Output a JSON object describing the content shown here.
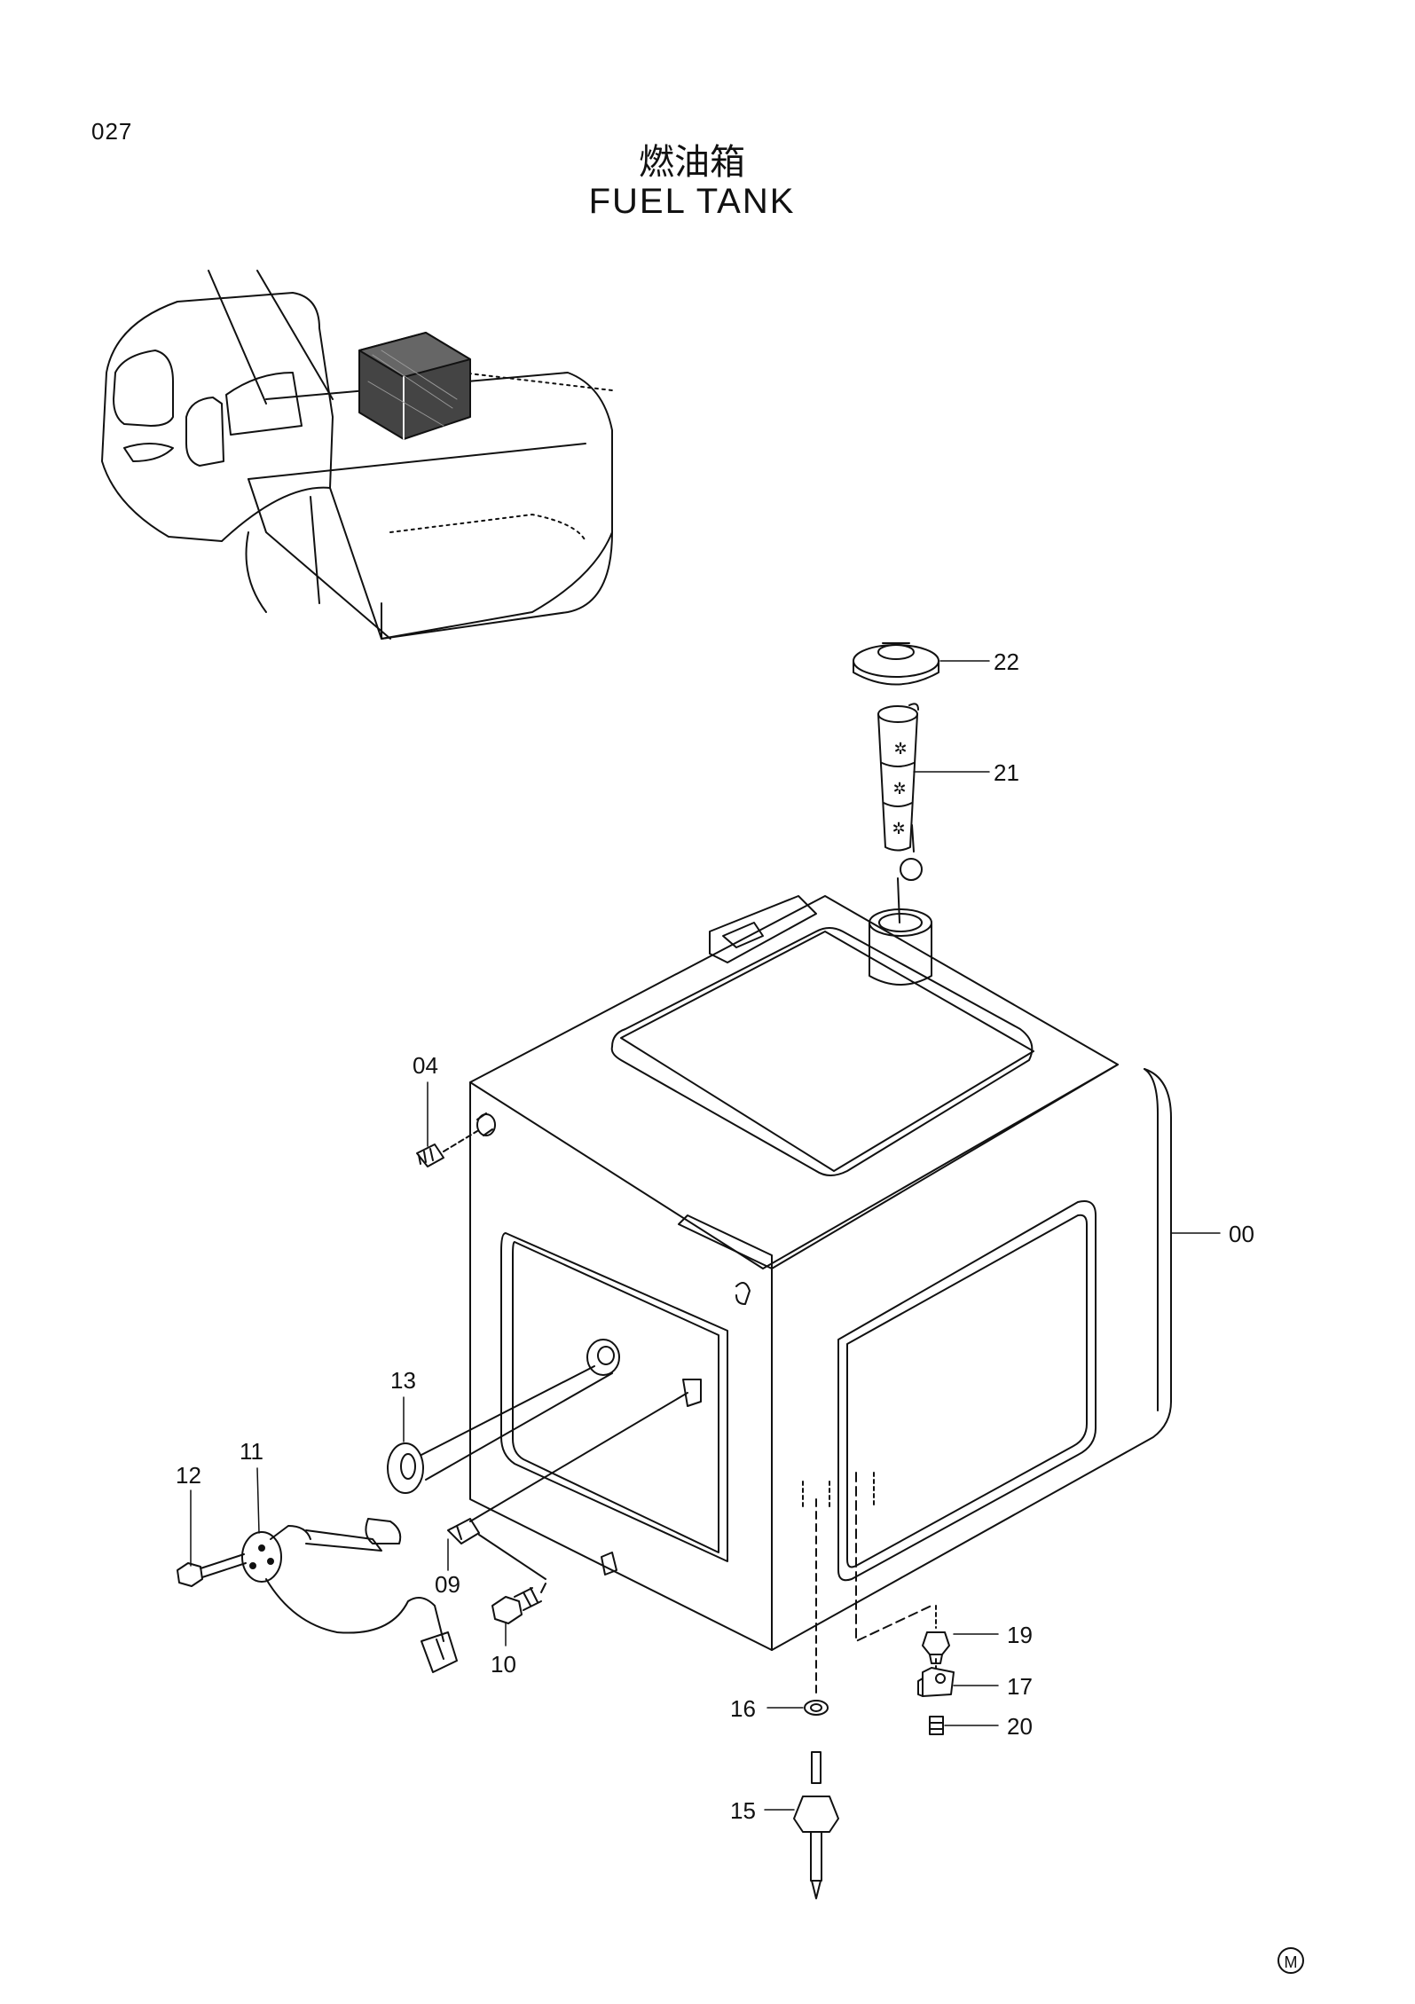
{
  "header": {
    "page_code": "027",
    "title_cn": "燃油箱",
    "title_en": "FUEL  TANK"
  },
  "callouts": {
    "c00": "00",
    "c04": "04",
    "c09": "09",
    "c10": "10",
    "c11": "11",
    "c12": "12",
    "c13": "13",
    "c15": "15",
    "c16": "16",
    "c17": "17",
    "c19": "19",
    "c20": "20",
    "c21": "21",
    "c22": "22"
  },
  "footer": {
    "mark": "M"
  }
}
